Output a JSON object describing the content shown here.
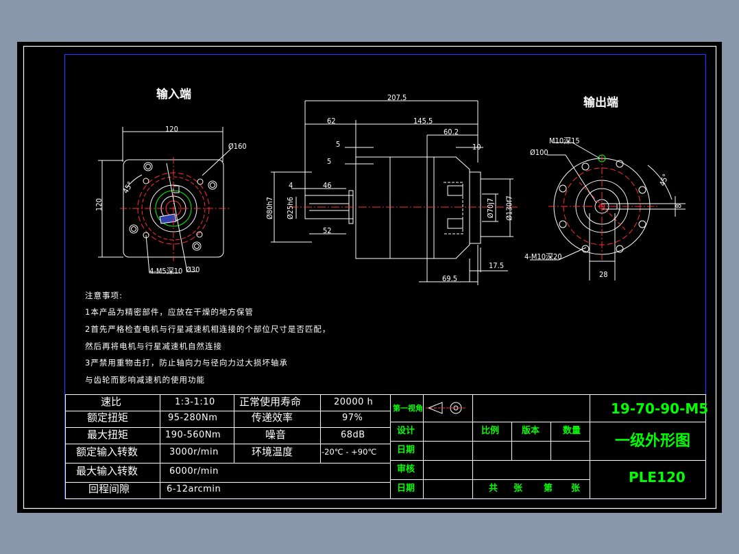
{
  "views": {
    "input_label": "输入端",
    "output_label": "输出端"
  },
  "input_view": {
    "width": "120",
    "height": "120",
    "angle": "45°",
    "dia_160": "Ø160",
    "hole_note": "4-M5深10",
    "dia_30": "Ø30"
  },
  "side_view": {
    "total": "207.5",
    "d62": "62",
    "d145": "145.5",
    "d60": "60.2",
    "d10": "10",
    "d5a": "5",
    "d5b": "5",
    "d4": "4",
    "d46": "46",
    "d52": "52",
    "dia_left1": "Ø80h7",
    "dia_left2": "Ø25h6",
    "dia_right1": "Ø130f7",
    "dia_right2": "Ø70j7",
    "d17": "17.5",
    "d69": "69.5"
  },
  "output_view": {
    "top_note": "M10深15",
    "dia_100": "Ø100",
    "angle": "45°",
    "d8": "8",
    "bottom_note": "4-M10深20",
    "d28": "28"
  },
  "notes": {
    "title": "注意事项:",
    "lines": [
      "1本产品为精密部件，应放在干燥的地方保管",
      "2首先严格检查电机与行星减速机相连接的个部位尺寸是否匹配，",
      "然后再将电机与行星减速机自然连接",
      "3严禁用重物击打，防止轴向力与径向力过大损坏轴承",
      "与齿轮而影响减速机的使用功能"
    ]
  },
  "specs": [
    {
      "k1": "速比",
      "v1": "1:3-1:10",
      "k2": "正常使用寿命",
      "v2": "20000 h"
    },
    {
      "k1": "额定扭矩",
      "v1": "95-280Nm",
      "k2": "传递效率",
      "v2": "97%"
    },
    {
      "k1": "最大扭矩",
      "v1": "190-560Nm",
      "k2": "噪音",
      "v2": "68dB"
    },
    {
      "k1": "额定输入转数",
      "v1": "3000r/min",
      "k2": "环境温度",
      "v2": "-20℃ - +90℃"
    },
    {
      "k1": "最大输入转数",
      "v1": "6000r/min",
      "k2": "",
      "v2": ""
    },
    {
      "k1": "回程间隙",
      "v1": "6-12arcmin",
      "k2": "",
      "v2": ""
    }
  ],
  "title_block": {
    "projection": "第一视角",
    "design": "设计",
    "date1": "日期",
    "review": "审核",
    "date2": "日期",
    "scale": "比例",
    "version": "版本",
    "quantity": "数量",
    "total_sheets": "共",
    "sheet_unit1": "张",
    "sheet_no": "第",
    "sheet_unit2": "张",
    "code": "19-70-90-M5",
    "name": "一级外形图",
    "model": "PLE120"
  },
  "colors": {
    "background": "#8897aa",
    "paper": "#000000",
    "frame_blue": "#0000ff",
    "text_green": "#00ff00",
    "center_red": "#ff0000"
  }
}
